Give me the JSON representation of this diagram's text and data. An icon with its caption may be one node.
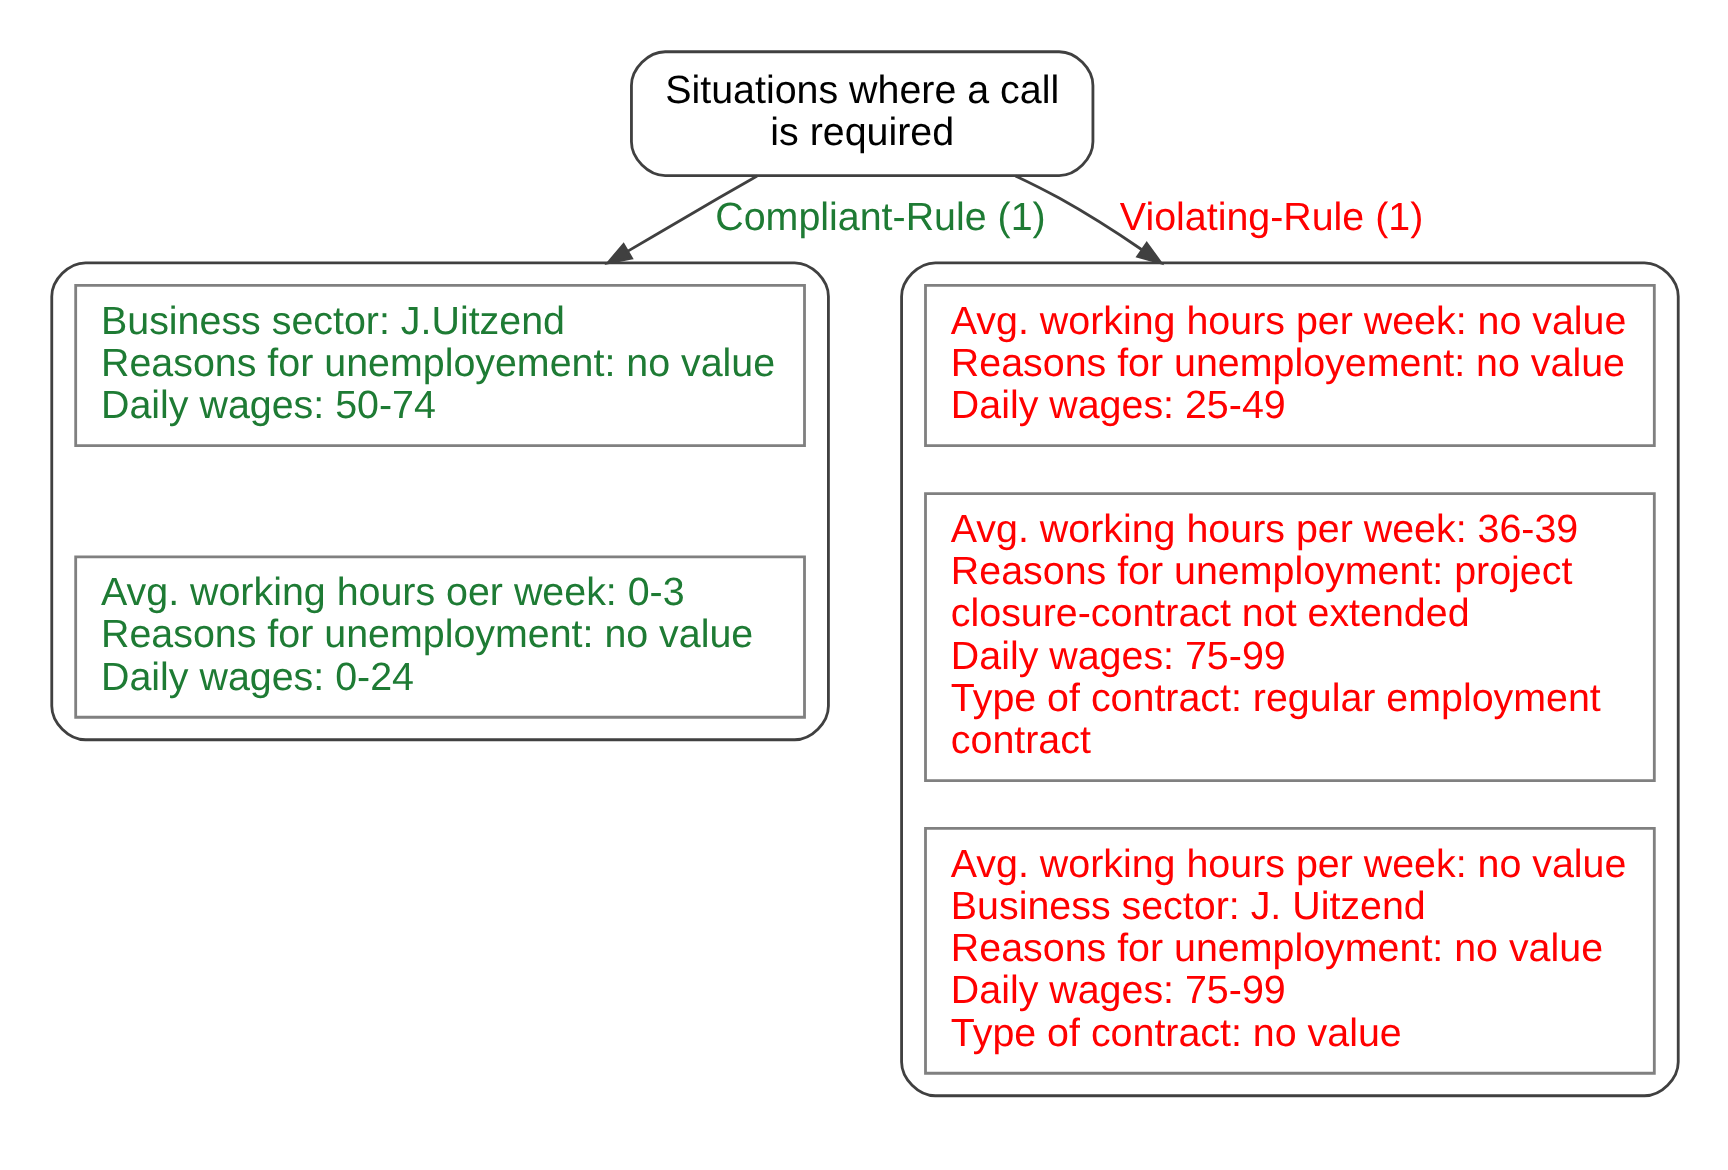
{
  "diagram": {
    "nodes": [
      {
        "text": [
          "Situations where a call is required"
        ]
      },
      {
        "text": [],
        "shape": "box"
      },
      {
        "text": [
          "Business sector: J.Uitzend",
          "Reasons for unemployement: no value",
          "Daily wages: 50-74"
        ],
        "in": 1
      },
      {
        "text": [
          "Avg. working hours oer week: 0-3",
          "Reasons for unemployment: no value",
          "Daily wages: 0-24"
        ],
        "in": 1
      },
      {
        "text": [],
        "shape": "box"
      },
      {
        "text": [
          "Avg. working hours per week: no value",
          "Reasons for unemployement: no value",
          "Daily wages: 25-49"
        ],
        "in": 4
      },
      {
        "text": [
          "Avg. working hours per week: 36-39",
          "Reasons for unemployment: project closure-contract not extended",
          "Daily wages: 75-99",
          "Type of contract: regular employment contract"
        ],
        "in": 4
      },
      {
        "text": [
          "Avg. working hours per week: no value",
          "Business sector: J. Uitzend",
          "Reasons for unemployment: no value",
          "Daily wages: 75-99",
          "Type of contract: no value"
        ],
        "in": 4
      }
    ],
    "edges": [
      {
        "from": 0,
        "to": 1,
        "arrow": "to",
        "label": "Compliant-Rule (1)"
      },
      {
        "from": 0,
        "to": 4,
        "arrow": "to",
        "label": "Violating-Rule (1)"
      }
    ]
  }
}
